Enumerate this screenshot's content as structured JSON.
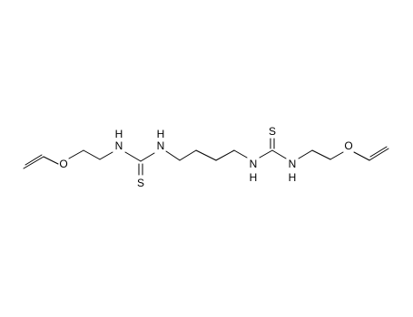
{
  "molecule": {
    "atoms": [
      {
        "id": "O_left",
        "label": "O"
      },
      {
        "id": "N1",
        "label": "N",
        "hydrogen": "H"
      },
      {
        "id": "S_left",
        "label": "S"
      },
      {
        "id": "N2",
        "label": "N",
        "hydrogen": "H"
      },
      {
        "id": "N3",
        "label": "N",
        "hydrogen": "H"
      },
      {
        "id": "S_right",
        "label": "S"
      },
      {
        "id": "N4",
        "label": "N",
        "hydrogen": "H"
      },
      {
        "id": "O_right",
        "label": "O"
      }
    ],
    "colors": {
      "bond": "#000000",
      "label": "#000000",
      "background": "#ffffff"
    }
  }
}
